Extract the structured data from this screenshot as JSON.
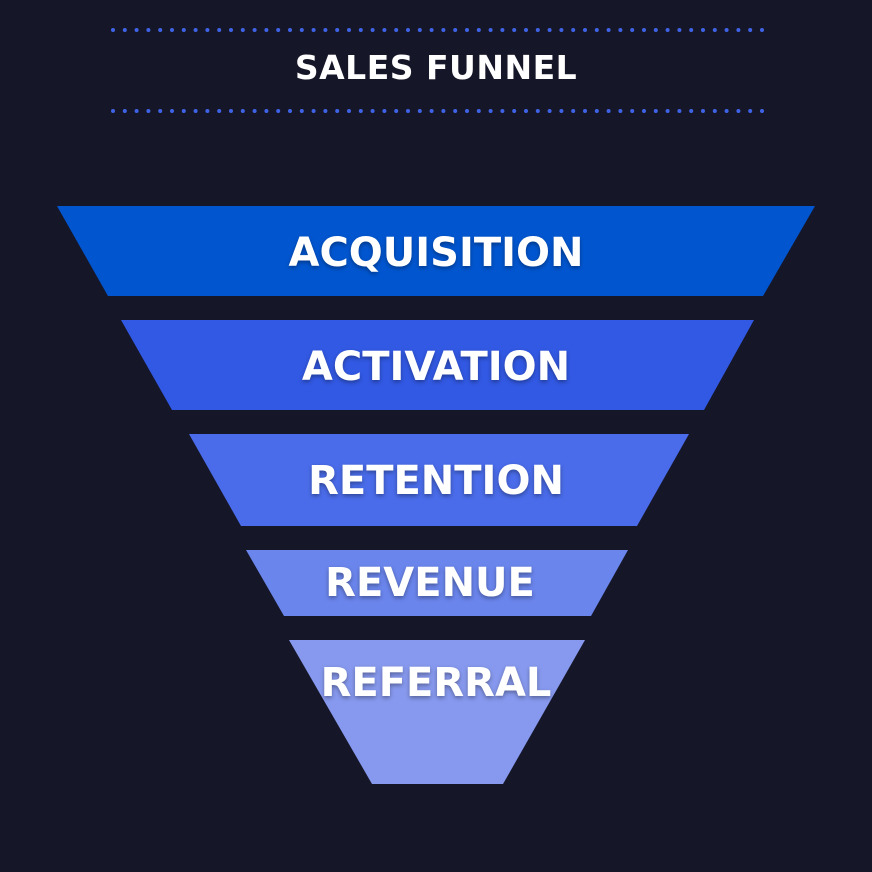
{
  "title": "SALES FUNNEL",
  "colors": {
    "background": "#161629",
    "dots": "#3f63e6",
    "text": "#ffffff"
  },
  "stages": [
    {
      "label": "ACQUISITION",
      "color": "#0156d0"
    },
    {
      "label": "ACTIVATION",
      "color": "#3259e4"
    },
    {
      "label": "RETENTION",
      "color": "#4a6cea"
    },
    {
      "label": "REVENUE",
      "color": "#6a85ec"
    },
    {
      "label": "REFERRAL",
      "color": "#8799ee"
    }
  ]
}
